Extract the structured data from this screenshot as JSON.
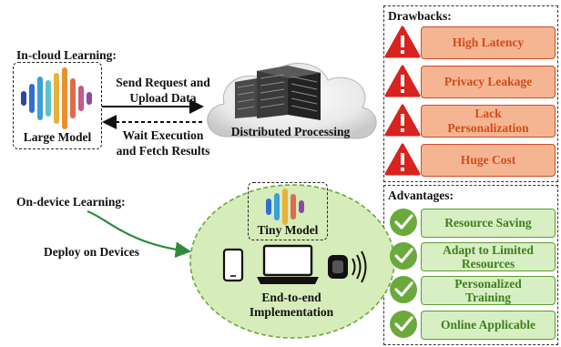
{
  "incloud": {
    "title": "In-cloud Learning:",
    "model_label": "Large Model",
    "request_line1": "Send Request and",
    "request_line2": "Upload Data",
    "wait_line1": "Wait Execution",
    "wait_line2": "and Fetch Results",
    "cloud_label": "Distributed Processing"
  },
  "ondevice": {
    "title": "On-device Learning:",
    "deploy_label": "Deploy on Devices",
    "tiny_label": "Tiny Model",
    "impl_line1": "End-to-end",
    "impl_line2": "Implementation"
  },
  "drawbacks": {
    "title": "Drawbacks:",
    "items": [
      "High Latency",
      "Privacy Leakage",
      "Lack Personalization",
      "Huge Cost"
    ],
    "item2_line1": "Lack",
    "item2_line2": "Personalization"
  },
  "advantages": {
    "title": "Advantages:",
    "items": [
      "Resource Saving",
      "Adapt to Limited Resources",
      "Personalized Training",
      "Online Applicable"
    ],
    "item1_line1": "Adapt to Limited",
    "item1_line2": "Resources",
    "item2_line1": "Personalized",
    "item2_line2": "Training"
  },
  "colors": {
    "drawback_fill": "#f6b592",
    "drawback_text": "#d24b1c",
    "warning_red": "#d8231f",
    "advantage_fill": "#d7efc2",
    "advantage_text": "#3f7d1e",
    "check_green": "#6aa93a",
    "ondevice_ellipse": "#d7ecbb",
    "deploy_arrow": "#2e8b3a"
  },
  "icons": [
    "waveform-icon",
    "server-rack-icon",
    "cloud-icon",
    "warning-icon",
    "checkmark-icon",
    "smartphone-icon",
    "laptop-icon",
    "smartwatch-icon"
  ]
}
